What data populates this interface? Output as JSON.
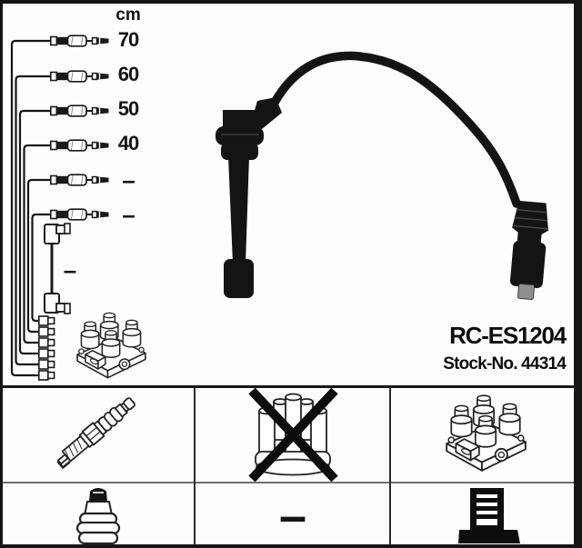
{
  "colors": {
    "ink": "#141414",
    "background": "#fdfdfd",
    "divider": "#707070"
  },
  "product": {
    "part_number": "RC-ES1204",
    "stock_no": "Stock-No. 44314"
  },
  "scale": {
    "unit": "cm",
    "lead_lengths": [
      {
        "label": "70"
      },
      {
        "label": "60"
      },
      {
        "label": "50"
      },
      {
        "label": "40"
      },
      {
        "label": "–"
      },
      {
        "label": "–"
      }
    ],
    "coil_lead_label": "–"
  },
  "table": {
    "cells": [
      {
        "icon": "spark-plug-icon"
      },
      {
        "icon": "distributor-cap-crossed-out-icon"
      },
      {
        "icon": "ignition-coil-pack-icon"
      },
      {
        "icon": "plug-terminal-cover-icon"
      },
      {
        "label": "–"
      },
      {
        "icon": "terminal-post-icon"
      }
    ]
  }
}
